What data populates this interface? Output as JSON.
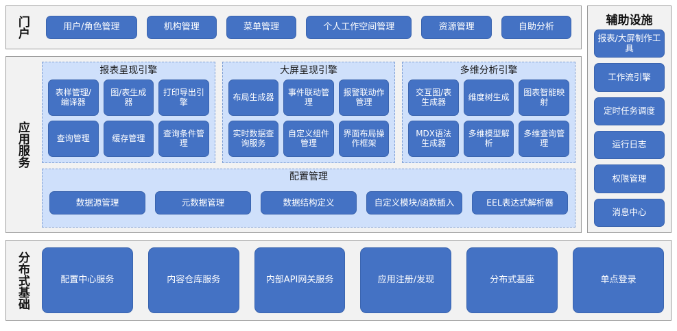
{
  "portal": {
    "band_label": "门户",
    "items": [
      {
        "label": "用户/角色管理"
      },
      {
        "label": "机构管理"
      },
      {
        "label": "菜单管理"
      },
      {
        "label": "个人工作空间管理"
      },
      {
        "label": "资源管理"
      },
      {
        "label": "自助分析"
      }
    ]
  },
  "aux": {
    "title": "辅助设施",
    "items": [
      {
        "label": "报表/大屏制作工具"
      },
      {
        "label": "工作流引擎"
      },
      {
        "label": "定时任务调度"
      },
      {
        "label": "运行日志"
      },
      {
        "label": "权限管理"
      },
      {
        "label": "消息中心"
      }
    ]
  },
  "app_services": {
    "band_label": "应用服务",
    "engines": [
      {
        "title": "报表呈现引擎",
        "items": [
          {
            "label": "表样管理/编译器"
          },
          {
            "label": "图/表生成器"
          },
          {
            "label": "打印导出引擎"
          },
          {
            "label": "查询管理"
          },
          {
            "label": "缓存管理"
          },
          {
            "label": "查询条件管理"
          }
        ]
      },
      {
        "title": "大屏呈现引擎",
        "items": [
          {
            "label": "布局生成器"
          },
          {
            "label": "事件联动管理"
          },
          {
            "label": "报警联动作管理"
          },
          {
            "label": "实时数据查询服务"
          },
          {
            "label": "自定义组件管理"
          },
          {
            "label": "界面布局操作框架"
          }
        ]
      },
      {
        "title": "多维分析引擎",
        "items": [
          {
            "label": "交互图/表生成器"
          },
          {
            "label": "维度树生成"
          },
          {
            "label": "图表智能映射"
          },
          {
            "label": "MDX语法生成器"
          },
          {
            "label": "多维模型解析"
          },
          {
            "label": "多维查询管理"
          }
        ]
      }
    ],
    "config": {
      "title": "配置管理",
      "items": [
        {
          "label": "数据源管理"
        },
        {
          "label": "元数据管理"
        },
        {
          "label": "数据结构定义"
        },
        {
          "label": "自定义模块/函数插入"
        },
        {
          "label": "EEL表达式解析器"
        }
      ]
    }
  },
  "distributed_base": {
    "band_label": "分布式基础",
    "items": [
      {
        "label": "配置中心服务"
      },
      {
        "label": "内容仓库服务"
      },
      {
        "label": "内部API网关服务"
      },
      {
        "label": "应用注册/发现"
      },
      {
        "label": "分布式基座"
      },
      {
        "label": "单点登录"
      }
    ]
  },
  "colors": {
    "button_blue": "#4472c4",
    "group_light_blue": "#cfe0fb",
    "panel_gray": "#f2f2f2",
    "panel_border": "#9a9a9a",
    "dashed_border": "#7f9fd4"
  }
}
